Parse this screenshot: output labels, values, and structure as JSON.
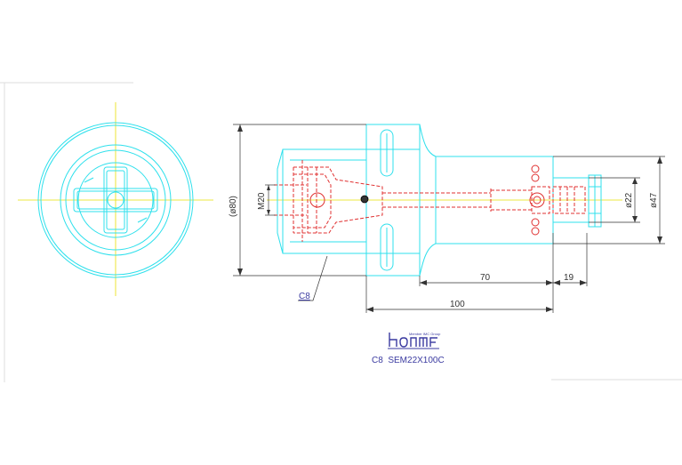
{
  "colors": {
    "outline": "#2fe0ec",
    "hidden": "#e03030",
    "center": "#e8e000",
    "dim": "#333333",
    "logo": "#3a3aa0",
    "frame": "#dddddd"
  },
  "dimensions": {
    "d80": "(ø80)",
    "m20": "M20",
    "d22": "ø22",
    "d47": "ø47",
    "l70": "70",
    "l19": "19",
    "l100": "100"
  },
  "callout": {
    "collet": "C8"
  },
  "logo": {
    "tagline": "Member IMC Group"
  },
  "title": {
    "part_number": "C8  SEM22X100C"
  }
}
